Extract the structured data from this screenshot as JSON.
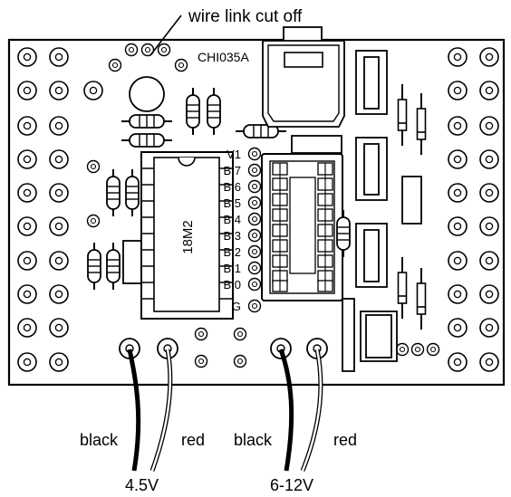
{
  "annotation": "wire link cut off",
  "board_label": "CHI035A",
  "chip_label": "18M2",
  "pin_labels": [
    "V1",
    "B.7",
    "B.6",
    "B.5",
    "B.4",
    "B.3",
    "B.2",
    "B.1",
    "B.0",
    "G"
  ],
  "wires": {
    "pair1": {
      "black_label": "black",
      "red_label": "red",
      "voltage": "4.5V"
    },
    "pair2": {
      "black_label": "black",
      "red_label": "red",
      "voltage": "6-12V"
    }
  }
}
